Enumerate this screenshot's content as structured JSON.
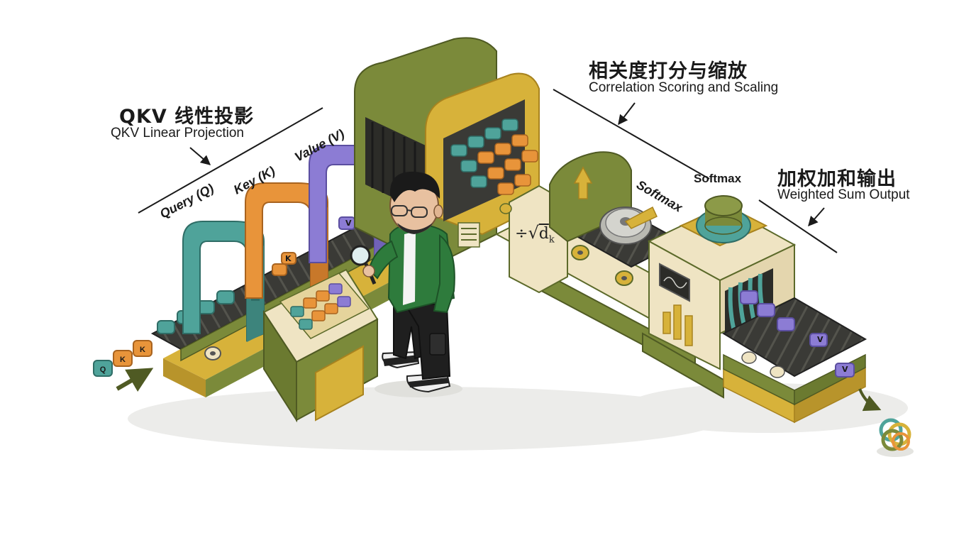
{
  "stages": {
    "qkv": {
      "title_zh": "QKV 线性投影",
      "title_en": "QKV Linear Projection"
    },
    "scoring": {
      "title_zh": "相关度打分与缩放",
      "title_en": "Correlation Scoring and Scaling"
    },
    "weighted": {
      "title_zh": "加权加和输出",
      "title_en": "Weighted Sum Output"
    }
  },
  "machines": {
    "query": "Query (Q)",
    "key": "Key (K)",
    "value": "Value (V)",
    "softmax_belt": "Softmax",
    "softmax_top": "Softmax"
  },
  "formula": {
    "divide": "÷",
    "radicand": "d",
    "subscript": "k"
  },
  "token_letters": {
    "query": "Q",
    "key": "K",
    "value": "V"
  },
  "colors": {
    "olive": "#7b8a3a",
    "olive_dark": "#5c6a2a",
    "mustard": "#d7b23a",
    "cream": "#efe4c3",
    "teal": "#4fa39a",
    "orange": "#e8943a",
    "purple": "#8c7cd4",
    "belt": "#3a3a36"
  }
}
